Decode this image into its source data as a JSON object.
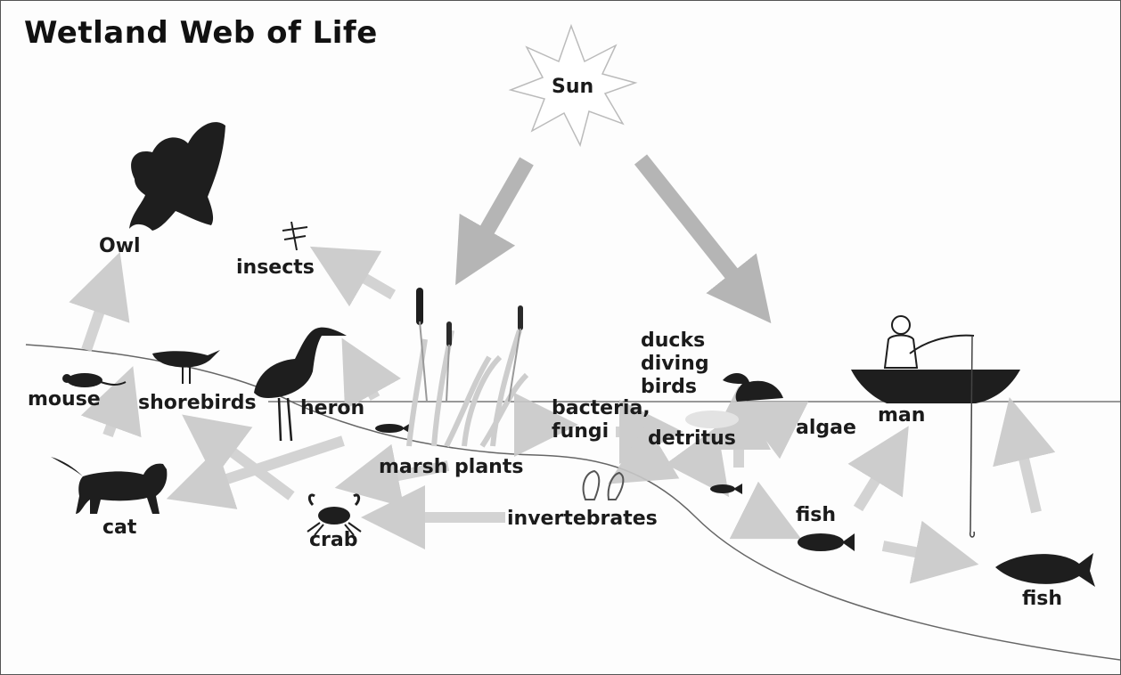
{
  "title": "Wetland Web of Life",
  "sun": "Sun",
  "labels": {
    "owl": "Owl",
    "insects": "insects",
    "mouse": "mouse",
    "shorebirds": "shorebirds",
    "heron": "heron",
    "cat": "cat",
    "crab": "crab",
    "marsh_plants": "marsh plants",
    "invertebrates": "invertebrates",
    "bacteria": "bacteria,",
    "fungi": "fungi",
    "detritus": "detritus",
    "ducks": "ducks",
    "diving": "diving",
    "birds": "birds",
    "algae": "algae",
    "man": "man",
    "fish_mid": "fish",
    "fish_right": "fish"
  },
  "colors": {
    "arrow": "#c8c8c8",
    "sun_arrow": "#a9a9a9",
    "silhouette": "#1e1e1e",
    "water_line": "#666666"
  }
}
